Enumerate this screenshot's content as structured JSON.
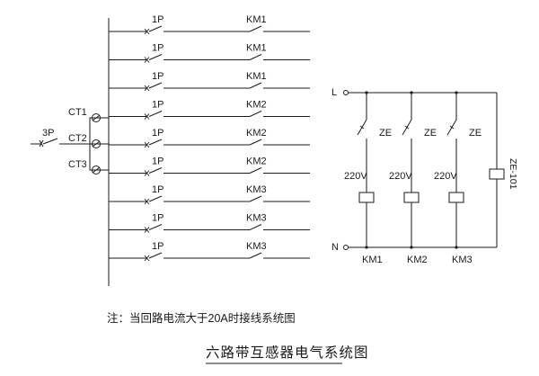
{
  "branches": [
    {
      "breaker": "1P",
      "contactor": "KM1"
    },
    {
      "breaker": "1P",
      "contactor": "KM1"
    },
    {
      "breaker": "1P",
      "contactor": "KM1"
    },
    {
      "breaker": "1P",
      "contactor": "KM2"
    },
    {
      "breaker": "1P",
      "contactor": "KM2"
    },
    {
      "breaker": "1P",
      "contactor": "KM2"
    },
    {
      "breaker": "1P",
      "contactor": "KM3"
    },
    {
      "breaker": "1P",
      "contactor": "KM3"
    },
    {
      "breaker": "1P",
      "contactor": "KM3"
    }
  ],
  "main_breaker": "3P",
  "current_transformers": [
    "CT1",
    "CT2",
    "CT3"
  ],
  "control": {
    "line_label": "L",
    "neutral_label": "N",
    "switch_labels": [
      "ZE",
      "ZE",
      "ZE"
    ],
    "coil_voltages": [
      "220V",
      "220V",
      "220V"
    ],
    "coil_names": [
      "KM1",
      "KM2",
      "KM3"
    ],
    "relay_label": "ZE-101"
  },
  "note": "注：当回路电流大于20A时接线系统图",
  "title": "六路带互感器电气系统图"
}
